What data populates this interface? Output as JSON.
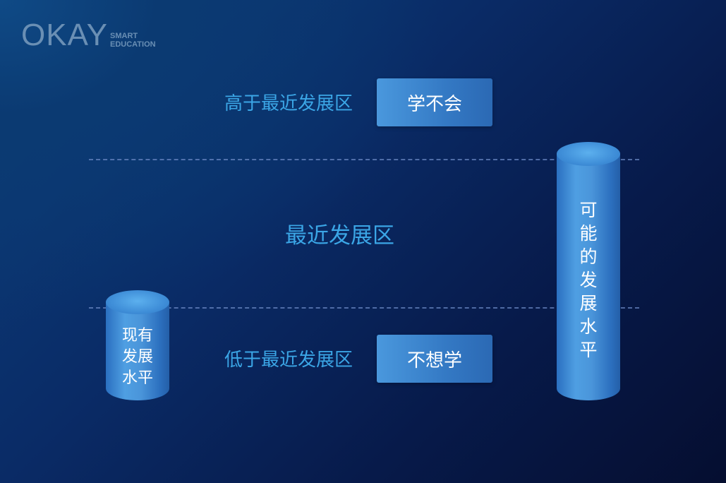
{
  "logo": {
    "main": "OKAY",
    "sub_line1": "SMART",
    "sub_line2": "EDUCATION"
  },
  "zones": {
    "above": {
      "label": "高于最近发展区",
      "box": "学不会"
    },
    "middle": {
      "label": "最近发展区"
    },
    "below": {
      "label": "低于最近发展区",
      "box": "不想学"
    }
  },
  "cylinders": {
    "current": {
      "lines": [
        "现有",
        "发展",
        "水平"
      ]
    },
    "potential": {
      "chars": [
        "可",
        "能",
        "的",
        "发",
        "展",
        "水",
        "平"
      ]
    }
  },
  "colors": {
    "label_blue": "#3ba6e6",
    "box_blue": "#3a86d0",
    "cylinder_blue": "#4a95da",
    "dash": "#6e8cc8"
  }
}
